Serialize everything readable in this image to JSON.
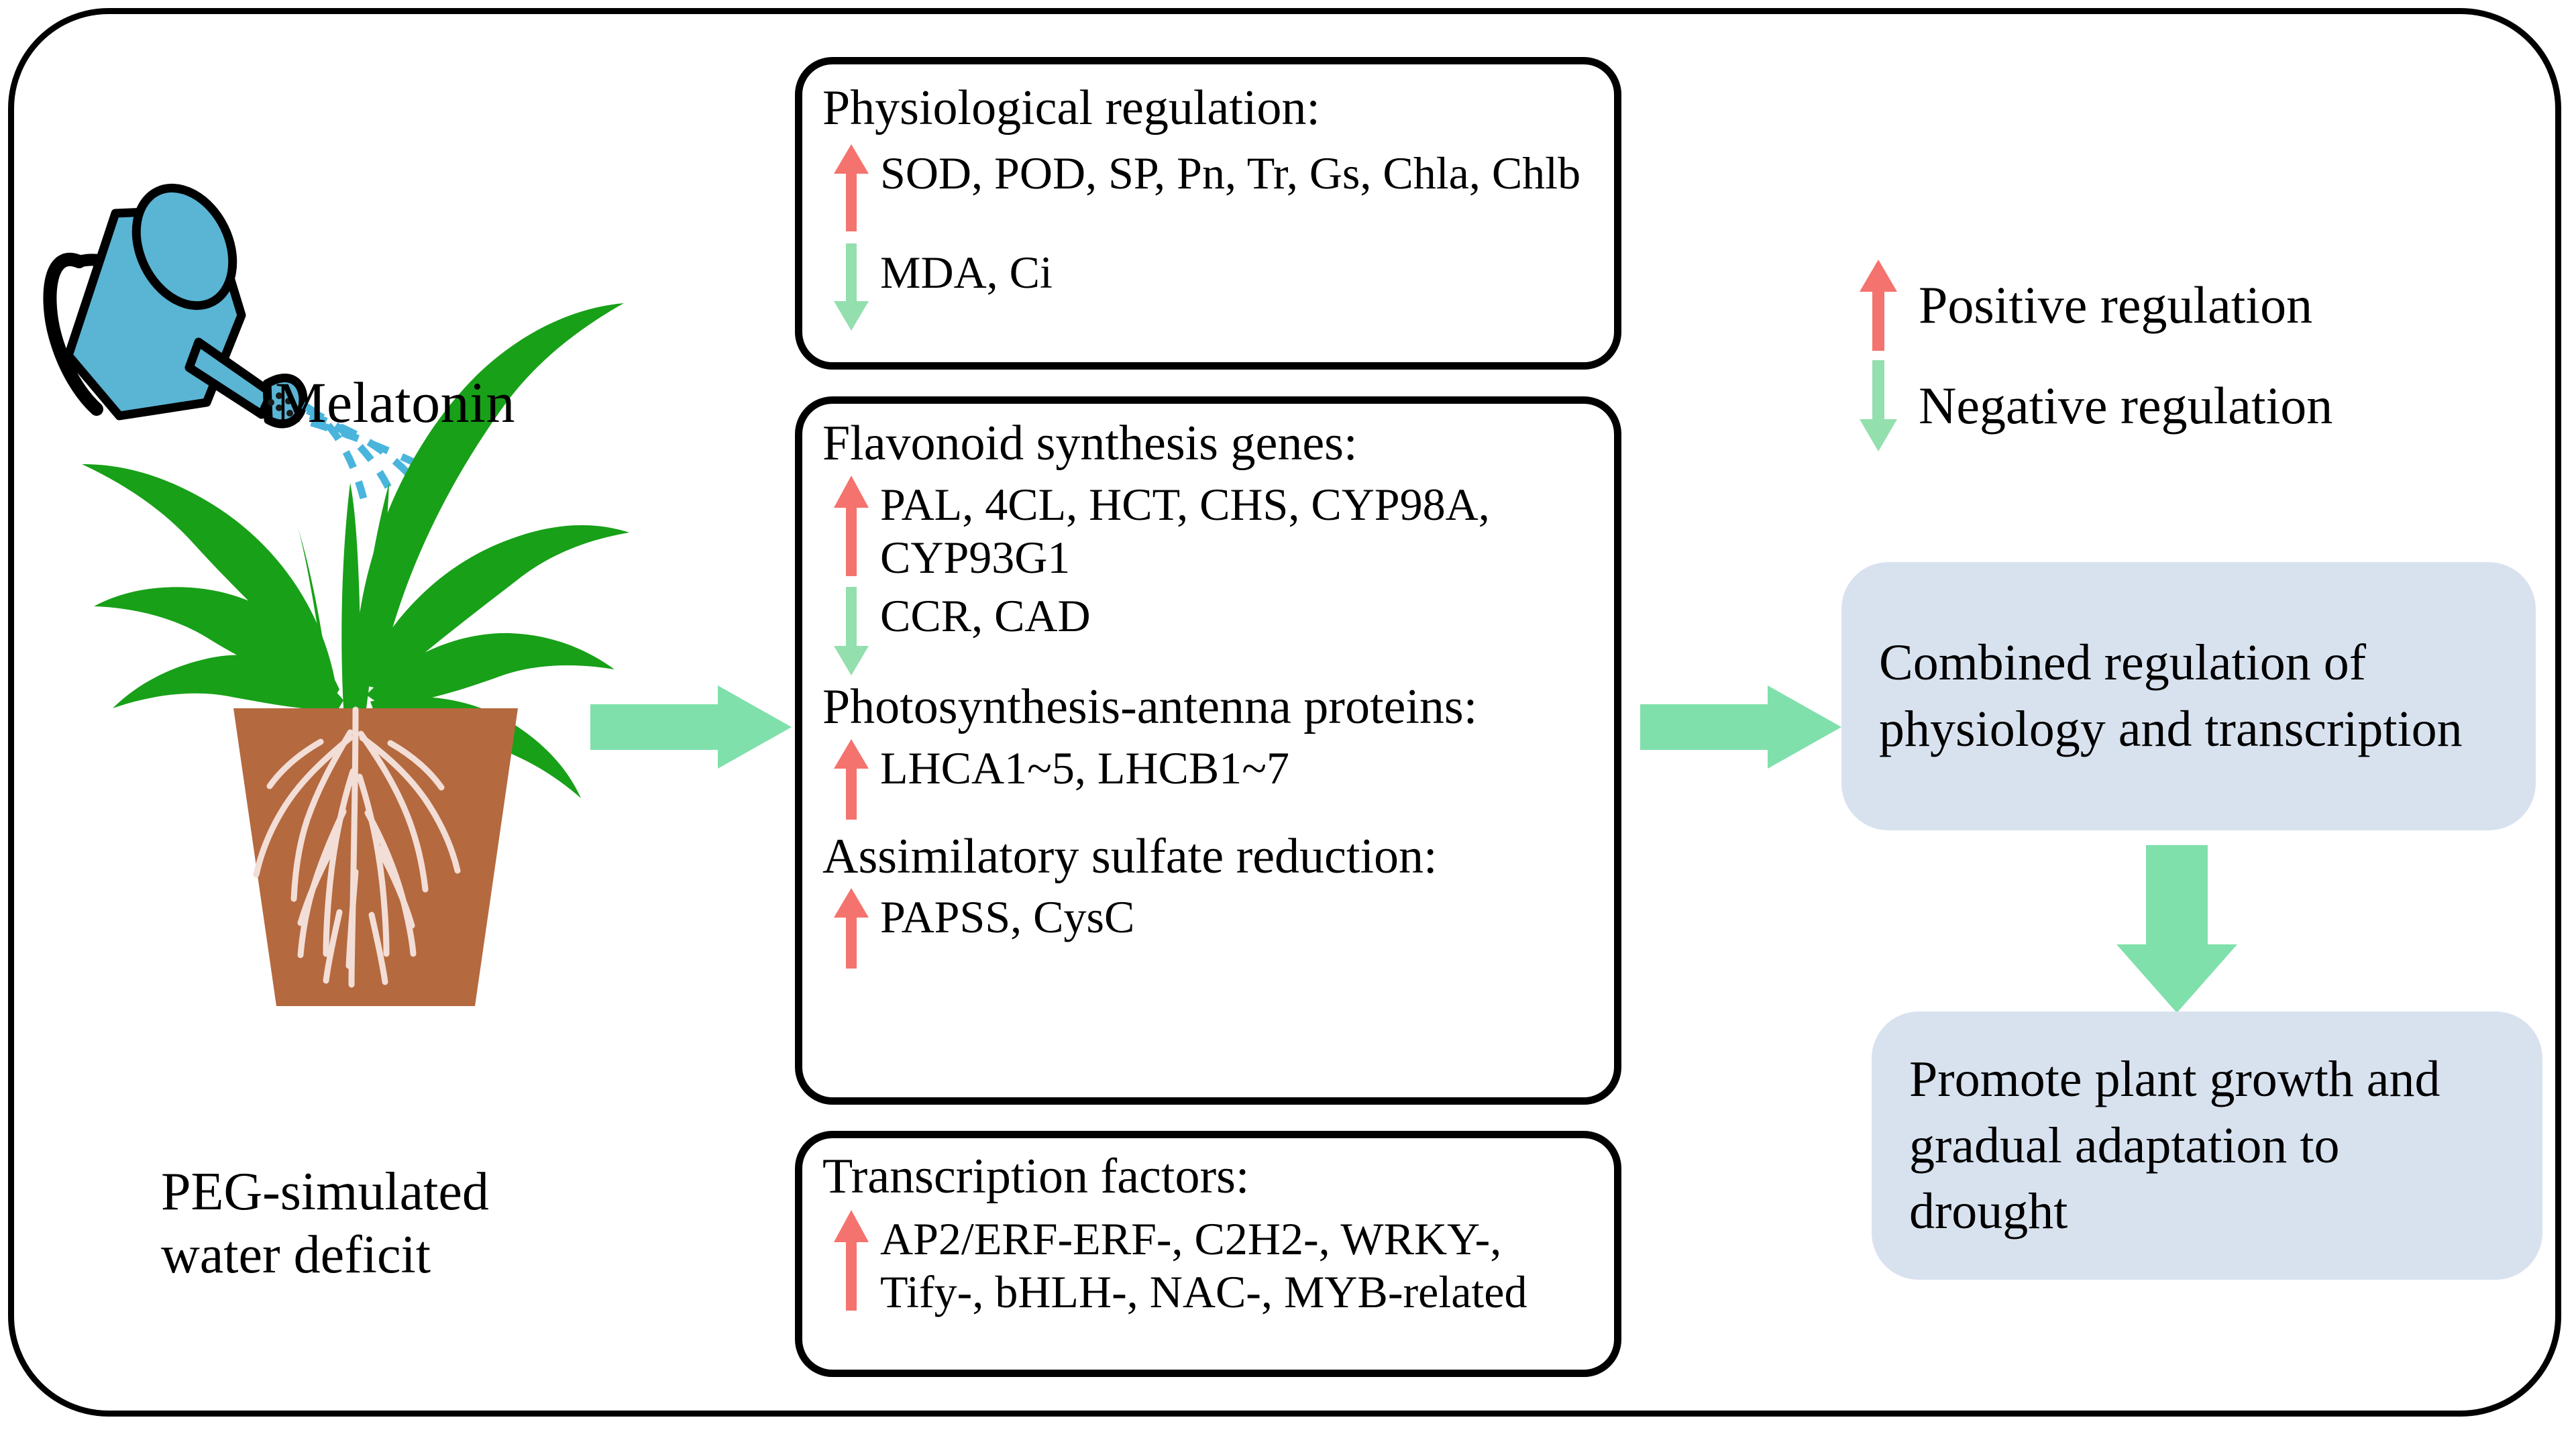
{
  "figure": {
    "type": "scientific-schematic",
    "title_shown": false
  },
  "colors": {
    "arrow_up_red": "#f4736e",
    "arrow_down_green": "#93dfae",
    "block_arrow_green": "#7fe0ab",
    "blue_box": "#d8e2ef",
    "pot_brown": "#b5693f",
    "leaf_green": "#18a018",
    "can_blue": "#5ab4d4",
    "root_white": "#f2ded6",
    "outline_black": "#000000"
  },
  "left": {
    "watering_can_label": "Melatonin",
    "caption_line1": "PEG-simulated",
    "caption_line2": "water deficit",
    "icons": {
      "watering_can": "watering-can-icon",
      "water_spray": "water-spray-icon",
      "plant": "potted-plant-icon"
    }
  },
  "boxes": [
    {
      "id": "physiological",
      "title": "Physiological regulation:",
      "rows": [
        {
          "direction": "up",
          "text": "SOD, POD, SP, Pn, Tr, Gs, Chla, Chlb"
        },
        {
          "direction": "down",
          "text": "MDA, Ci"
        }
      ]
    },
    {
      "id": "flavonoid",
      "sections": [
        {
          "title": "Flavonoid synthesis genes:",
          "rows": [
            {
              "direction": "up",
              "text": "PAL, 4CL, HCT, CHS, CYP98A, CYP93G1"
            },
            {
              "direction": "down",
              "text": "CCR, CAD"
            }
          ]
        },
        {
          "title": "Photosynthesis-antenna proteins:",
          "rows": [
            {
              "direction": "up",
              "text": "LHCA1~5, LHCB1~7"
            }
          ]
        },
        {
          "title": "Assimilatory sulfate reduction:",
          "rows": [
            {
              "direction": "up",
              "text": "PAPSS, CysC"
            }
          ]
        }
      ]
    },
    {
      "id": "transcription-factors",
      "title": "Transcription factors:",
      "rows": [
        {
          "direction": "up",
          "text": "AP2/ERF-ERF-, C2H2-, WRKY-, Tify-, bHLH-, NAC-, MYB-related"
        }
      ]
    }
  ],
  "legend": {
    "items": [
      {
        "direction": "up",
        "label": "Positive regulation"
      },
      {
        "direction": "down",
        "label": "Negative regulation"
      }
    ]
  },
  "outcomes": [
    {
      "id": "combined",
      "line1": "Combined regulation of",
      "line2": "physiology and transcription"
    },
    {
      "id": "promote",
      "line1": "Promote plant growth and",
      "line2": "gradual adaptation to drought"
    }
  ],
  "flow_arrows": [
    {
      "name": "plant-to-boxes-arrow",
      "direction": "right"
    },
    {
      "name": "boxes-to-combined-arrow",
      "direction": "right"
    },
    {
      "name": "combined-to-promote-arrow",
      "direction": "down"
    }
  ]
}
